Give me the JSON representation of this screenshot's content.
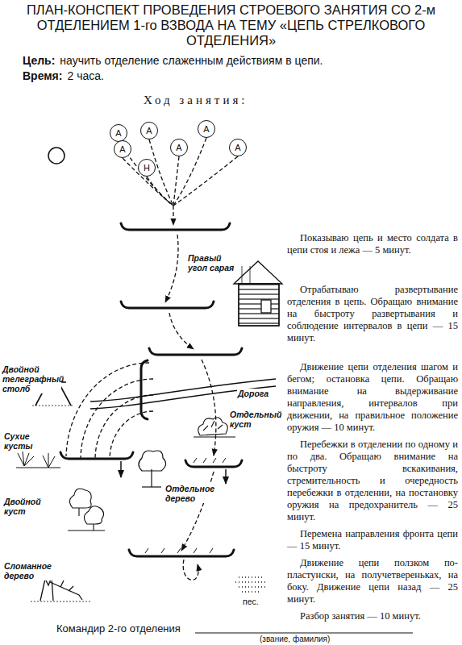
{
  "diagram": {
    "title": "ПЛАН-КОНСПЕКТ ПРОВЕДЕНИЯ СТРОЕВОГО ЗАНЯТИЯ СО 2-м ОТДЕЛЕНИЕМ 1-го ВЗВОДА НА ТЕМУ «ЦЕПЬ СТРЕЛКОВОГО ОТДЕЛЕНИЯ»",
    "nodes": [
      {
        "text": [
          "А"
        ]
      },
      {
        "text": [
          "А"
        ]
      },
      {
        "text": [
          "А"
        ]
      },
      {
        "text": [
          "А"
        ]
      },
      {
        "text": [
          "А"
        ]
      },
      {
        "text": [
          "А"
        ]
      },
      {
        "text": [
          "Н"
        ]
      }
    ],
    "labels": [
      "Цель:",
      "научить отделение слаженным действиям в цепи.",
      "Время:",
      "2 часа.",
      "Ход занятия:",
      "Показываю цепь и место солдата в цепи стоя и лежа — 5 минут.",
      "Отрабатываю развертывание отделения в цепь. Обращаю внимание на быстроту развертывания и соблюдение интервалов в цепи — 15 минут.",
      "Движение цепи отделения шагом и бегом; остановка цепи. Обращаю внимание на выдерживание направления, интервалов при движении, на правильное положение оружия — 10 минут.",
      "Перебежки в отделении по одному и по два. Обращаю внимание на быстроту вскакивания, стремительность и очередность перебежки в отделении, на постановку оружия на предохранитель — 25 минут.",
      "Перемена направления фронта цепи — 15 минут.",
      "Движение цепи ползком по-пластунски, на получетвереньках, на боку. Движение цепи назад — 25 минут.",
      "Разбор занятия — 10 минут.",
      "Правый угол сарая",
      "Двойной телеграфный столб",
      "Дорога",
      "Отдельный куст",
      "Сухие кусты",
      "Отдельное дерево",
      "Двойной куст",
      "Сломанное дерево",
      "пес.",
      "Командир 2-го отделения",
      "(звание, фамилия)"
    ]
  }
}
